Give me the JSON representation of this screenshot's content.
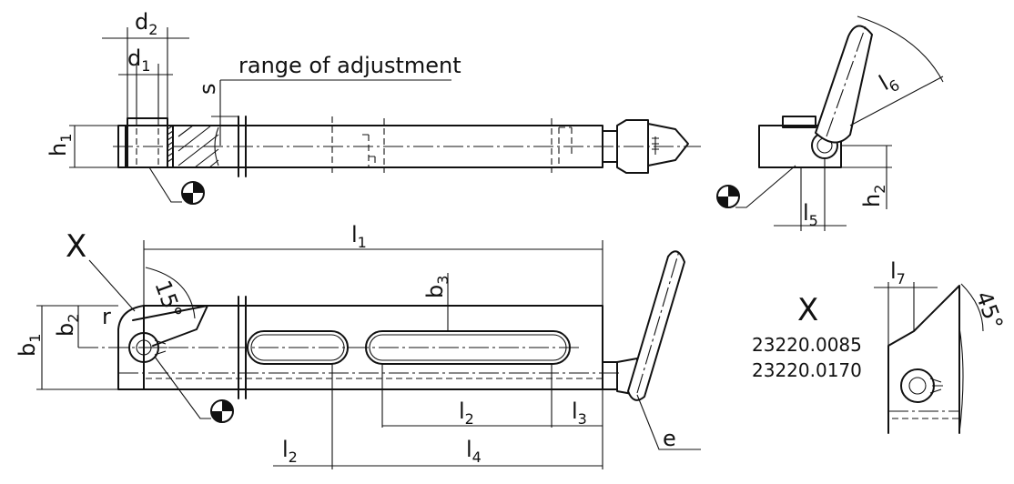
{
  "labels": {
    "d2": {
      "main": "d",
      "sub": "2"
    },
    "d1": {
      "main": "d",
      "sub": "1"
    },
    "range": "range of adjustment",
    "s": "s",
    "h1": {
      "main": "h",
      "sub": "1"
    },
    "l6": {
      "main": "l",
      "sub": "6"
    },
    "h2": {
      "main": "h",
      "sub": "2"
    },
    "l5": {
      "main": "l",
      "sub": "5"
    },
    "X_main": "X",
    "l1": {
      "main": "l",
      "sub": "1"
    },
    "angle15": "15°",
    "b3": {
      "main": "b",
      "sub": "3"
    },
    "b2": {
      "main": "b",
      "sub": "2"
    },
    "r": "r",
    "b1": {
      "main": "b",
      "sub": "1"
    },
    "l2_inner": {
      "main": "l",
      "sub": "2"
    },
    "l3": {
      "main": "l",
      "sub": "3"
    },
    "l2_bottom": {
      "main": "l",
      "sub": "2"
    },
    "l4": {
      "main": "l",
      "sub": "4"
    },
    "e": "e",
    "l7": {
      "main": "l",
      "sub": "7"
    },
    "angle45": "45°",
    "detail_X": "X",
    "part1": "23220.0085",
    "part2": "23220.0170"
  }
}
